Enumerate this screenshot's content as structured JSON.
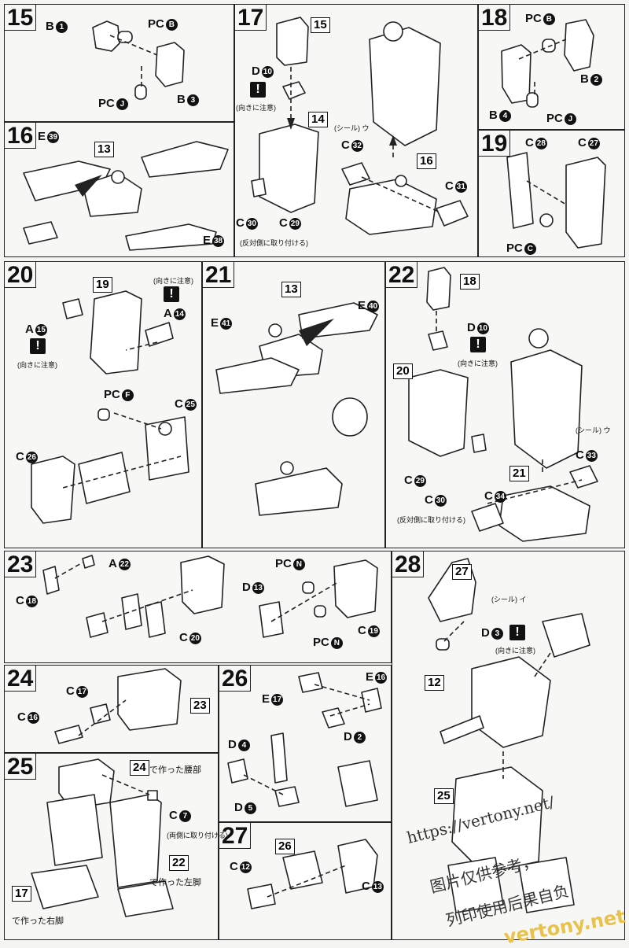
{
  "steps": {
    "s15": {
      "num": "15",
      "labels": [
        "B",
        "PC",
        "B",
        "PC"
      ],
      "ids": [
        "1",
        "B",
        "3",
        "J"
      ]
    },
    "s16": {
      "num": "16",
      "labels": [
        "E",
        "E"
      ],
      "ids": [
        "39",
        "38"
      ],
      "ref": "13"
    },
    "s17": {
      "num": "17",
      "labels": [
        "D",
        "C",
        "C",
        "C",
        "C"
      ],
      "ids": [
        "10",
        "32",
        "31",
        "30",
        "29"
      ],
      "refs": [
        "15",
        "14",
        "16"
      ],
      "note": "(向きに注意)",
      "seal": "(シール)",
      "seal_id": "ウ",
      "reverse": "(反対側に取り付ける)"
    },
    "s18": {
      "num": "18",
      "labels": [
        "PC",
        "B",
        "B",
        "PC"
      ],
      "ids": [
        "B",
        "2",
        "4",
        "J"
      ]
    },
    "s19": {
      "num": "19",
      "labels": [
        "C",
        "C",
        "PC"
      ],
      "ids": [
        "28",
        "27",
        "C"
      ]
    },
    "s20": {
      "num": "20",
      "labels": [
        "A",
        "A",
        "PC",
        "C",
        "C"
      ],
      "ids": [
        "15",
        "14",
        "F",
        "25",
        "26"
      ],
      "ref": "19",
      "note": "(向きに注意)"
    },
    "s21": {
      "num": "21",
      "labels": [
        "E",
        "E"
      ],
      "ids": [
        "41",
        "40"
      ],
      "ref": "13"
    },
    "s22": {
      "num": "22",
      "labels": [
        "D",
        "C",
        "C",
        "C",
        "C"
      ],
      "ids": [
        "10",
        "29",
        "30",
        "33",
        "34"
      ],
      "refs": [
        "18",
        "20",
        "21"
      ],
      "note": "(向きに注意)",
      "seal": "(シール)",
      "seal_id": "ウ",
      "reverse": "(反対側に取り付ける)"
    },
    "s23": {
      "num": "23",
      "labels": [
        "A",
        "C",
        "C",
        "D",
        "PC",
        "PC",
        "C"
      ],
      "ids": [
        "22",
        "18",
        "20",
        "13",
        "N",
        "N",
        "19"
      ]
    },
    "s24": {
      "num": "24",
      "labels": [
        "C",
        "C"
      ],
      "ids": [
        "17",
        "16"
      ],
      "ref": "23"
    },
    "s25": {
      "num": "25",
      "labels": [
        "C"
      ],
      "ids": [
        "7"
      ],
      "refs": [
        "24",
        "22",
        "17"
      ],
      "waist": "で作った腰部",
      "both": "(両側に取り付ける)",
      "left_leg": "で作った左脚",
      "right_leg": "で作った右脚"
    },
    "s26": {
      "num": "26",
      "labels": [
        "E",
        "E",
        "D",
        "D",
        "D"
      ],
      "ids": [
        "16",
        "17",
        "2",
        "4",
        "5"
      ]
    },
    "s27": {
      "num": "27",
      "labels": [
        "C",
        "C"
      ],
      "ids": [
        "12",
        "13"
      ],
      "ref": "26"
    },
    "s28": {
      "num": "28",
      "labels": [
        "D"
      ],
      "ids": [
        "3"
      ],
      "refs": [
        "27",
        "12",
        "25"
      ],
      "seal": "(シール)",
      "seal_id": "イ",
      "note": "(向きに注意)"
    }
  },
  "watermark": {
    "url": "https://vertony.net/",
    "cn": "图片仅供参考，",
    "cn2": "列印使用后果自负",
    "brand": "vertony.net"
  }
}
